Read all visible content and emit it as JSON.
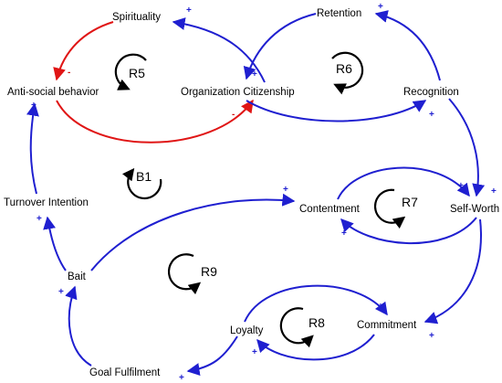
{
  "nodes": {
    "spirituality": "Spirituality",
    "retention": "Retention",
    "anti_social_behavior": "Anti-social behavior",
    "organization_citizenship": "Organization Citizenship",
    "recognition": "Recognition",
    "turnover_intention": "Turnover Intention",
    "contentment": "Contentment",
    "self_worth": "Self-Worth",
    "bait": "Bait",
    "loyalty": "Loyalty",
    "commitment": "Commitment",
    "goal_fulfilment": "Goal Fulfilment"
  },
  "loops": {
    "r5": "R5",
    "r6": "R6",
    "b1": "B1",
    "r7": "R7",
    "r9": "R9",
    "r8": "R8"
  },
  "polarity": {
    "positive": "+",
    "negative": "-"
  },
  "colors": {
    "positive_link": "#1f1fd0",
    "negative_link": "#e01515",
    "loop_marker": "#000000",
    "background": "#ffffff"
  }
}
